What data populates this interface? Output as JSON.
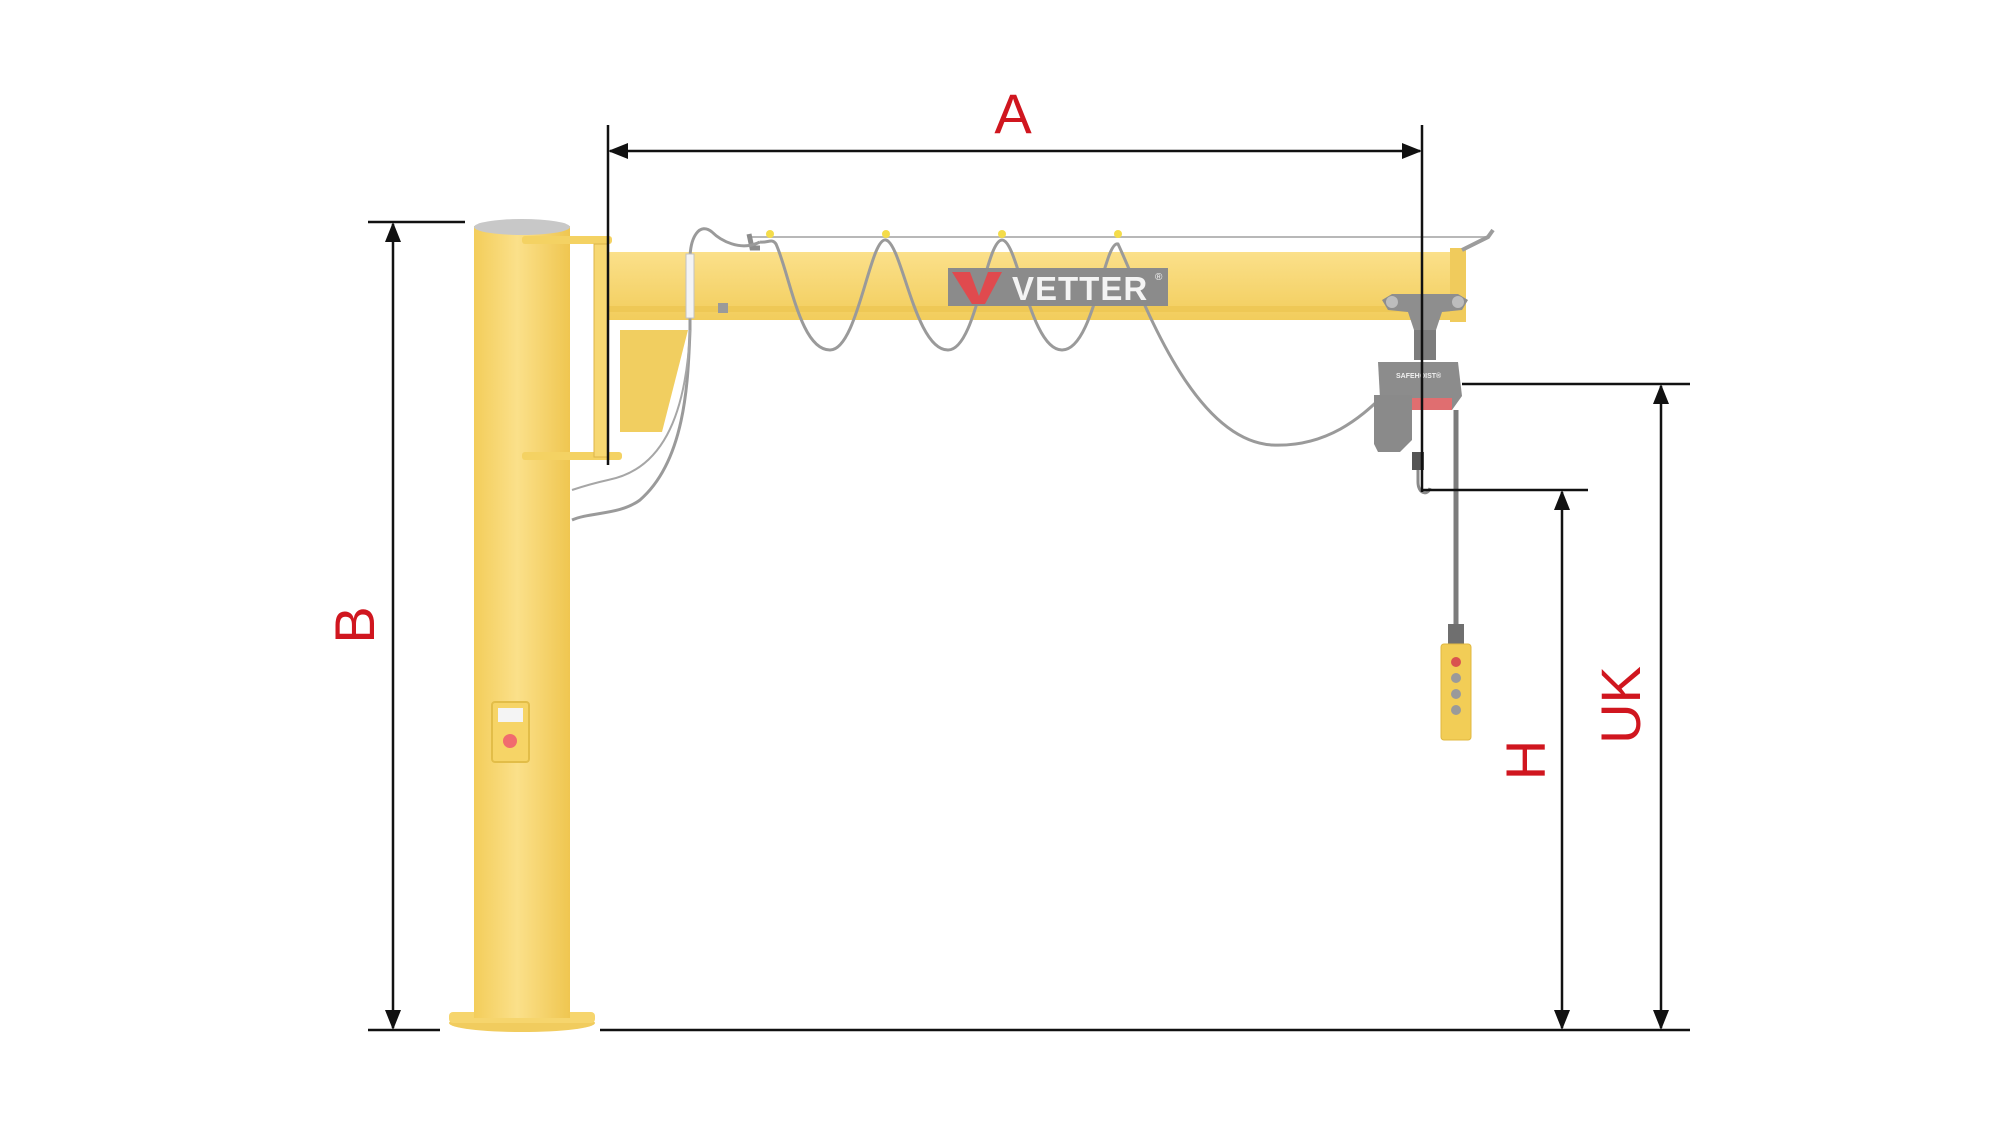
{
  "dimensions": {
    "a": "A",
    "b": "B",
    "h": "H",
    "uk": "UK"
  },
  "brand": {
    "logo_text": "VETTER",
    "registered_mark": "®",
    "hoist_label": "SAFEHOIST®"
  },
  "colors": {
    "crane_yellow": "#f8d665",
    "label_red": "#d0161f",
    "dimension_line": "#111111"
  }
}
